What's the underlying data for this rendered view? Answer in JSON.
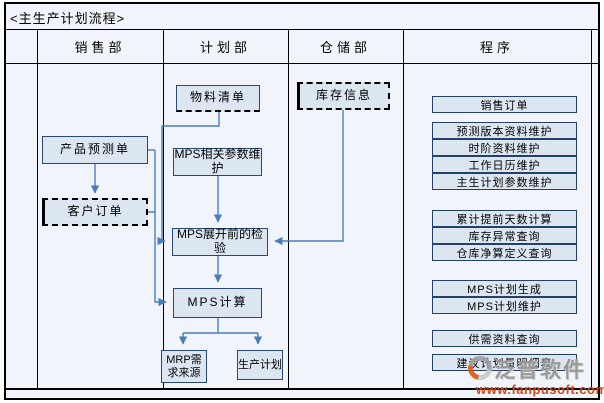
{
  "title": "<主生产计划流程>",
  "columns": {
    "sales": "销售部",
    "planning": "计划部",
    "warehouse": "仓储部",
    "program": "程序"
  },
  "boxes": {
    "product_forecast": "产品预测单",
    "customer_order": "客户订单",
    "bom": "物料清单",
    "mps_params": "MPS相关参数维护",
    "mps_check": "MPS展开前的检验",
    "mps_calc": "MPS计算",
    "mrp_source": "MRP需求来源",
    "prod_plan": "生产计划",
    "inventory": "库存信息"
  },
  "programs": [
    "销售订单",
    "预测版本资料维护",
    "时阶资料维护",
    "工作日历维护",
    "主生计划参数维护",
    "累计提前天数计算",
    "库存异常查询",
    "仓库净算定义查询",
    "MPS计划生成",
    "MPS计划维护",
    "供需资料查询",
    "建议计划量明细表"
  ],
  "watermark": {
    "brand": "泛普软件",
    "url": "www.fanpusoft.com"
  },
  "colors": {
    "box_fill": "#dce6f1",
    "connector_blue": "#4a7ebb",
    "table_line": "#000000",
    "watermark_gray": "#999999",
    "watermark_orange": "#cf4a1a"
  }
}
